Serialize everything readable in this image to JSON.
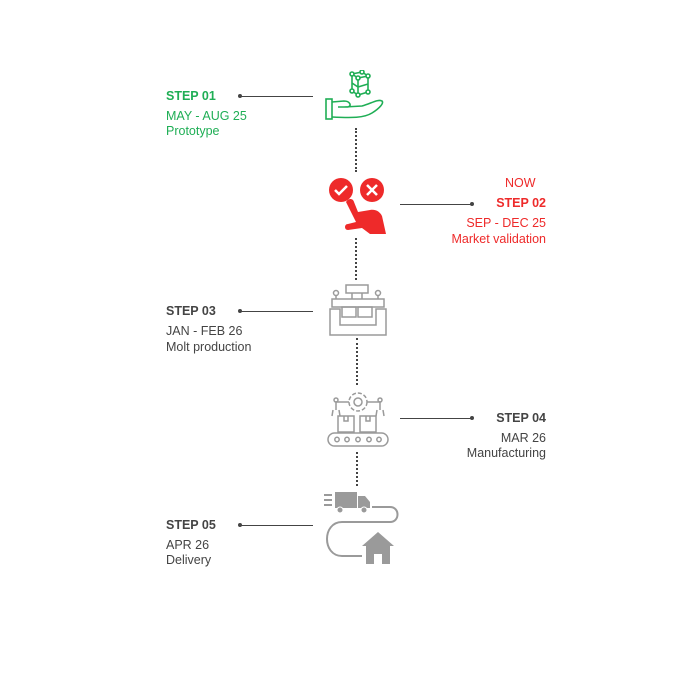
{
  "colors": {
    "done": "#1fae55",
    "current": "#ee2a2a",
    "upcoming": "#444444",
    "icon_upcoming": "#9a9a9a"
  },
  "steps": [
    {
      "label": "STEP 01",
      "date": "MAY - AUG 25",
      "name": "Prototype",
      "icon": "hand-holding-cube-icon"
    },
    {
      "badge": "NOW",
      "label": "STEP 02",
      "date": "SEP - DEC 25",
      "name": "Market validation",
      "icon": "hand-tap-check-cross-icon"
    },
    {
      "label": "STEP 03",
      "date": "JAN - FEB 26",
      "name": "Molt production",
      "icon": "mold-press-icon"
    },
    {
      "label": "STEP 04",
      "date": "MAR 26",
      "name": "Manufacturing",
      "icon": "conveyor-robot-icon"
    },
    {
      "label": "STEP 05",
      "date": "APR 26",
      "name": "Delivery",
      "icon": "truck-to-house-icon"
    }
  ]
}
